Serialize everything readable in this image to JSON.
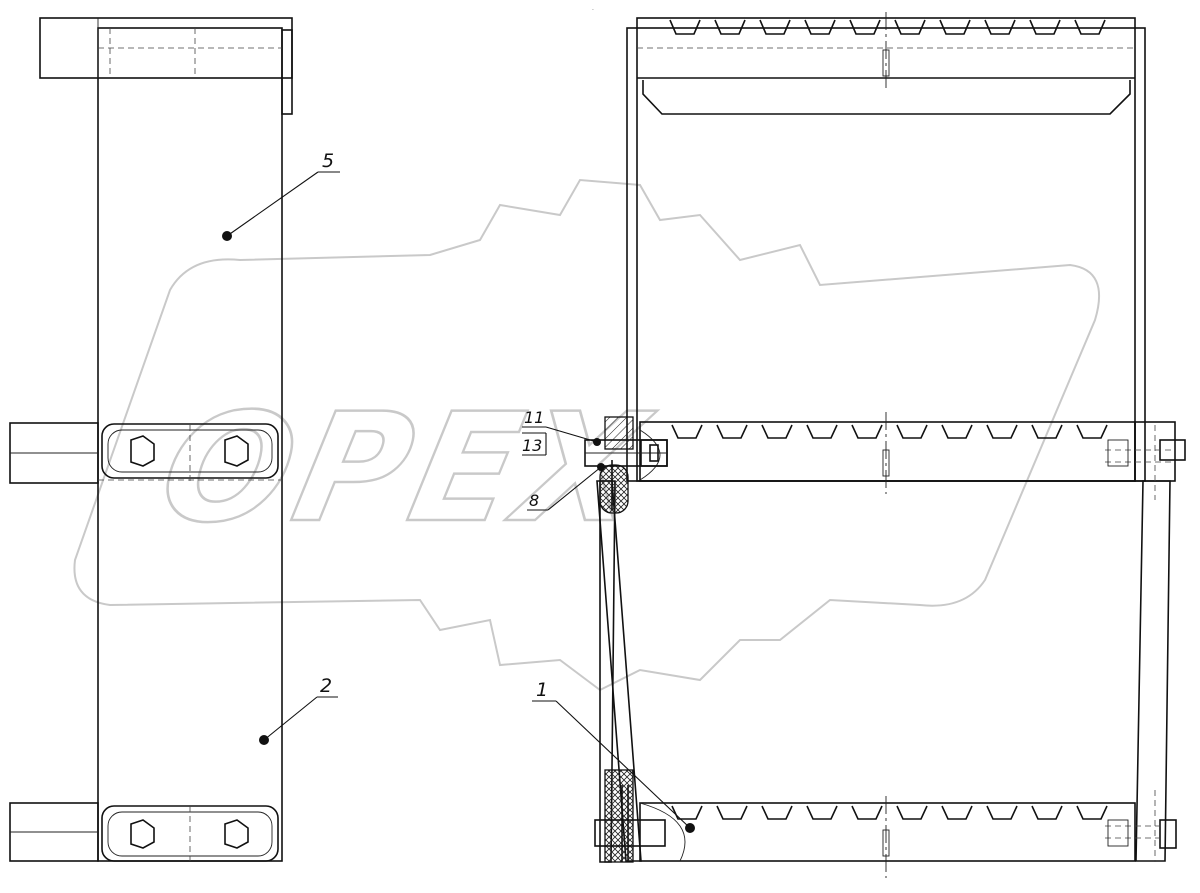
{
  "watermark": {
    "text": "OPEX"
  },
  "callouts": [
    {
      "id": "5",
      "text": "5"
    },
    {
      "id": "2",
      "text": "2"
    },
    {
      "id": "11",
      "text": "11"
    },
    {
      "id": "13",
      "text": "13"
    },
    {
      "id": "8",
      "text": "8"
    },
    {
      "id": "1",
      "text": "1"
    }
  ]
}
